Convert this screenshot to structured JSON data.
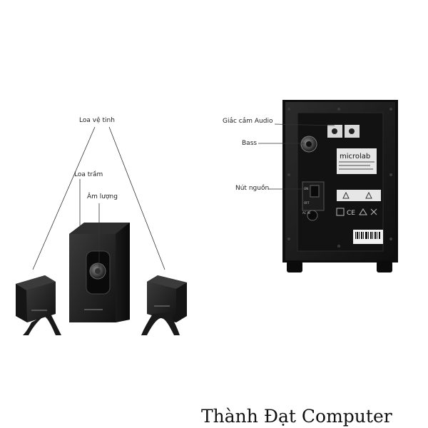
{
  "labels": {
    "satellite": "Loa vệ tinh",
    "subwoofer": "Loa trầm",
    "volume": "Âm lượng",
    "audio_jack": "Giắc cắm Audio",
    "bass": "Bass",
    "power_button": "Nút nguồn"
  },
  "product": {
    "brand_logo": "microlab",
    "rear_on": "ON",
    "rear_off": "OFF",
    "rear_ac": "AC IN"
  },
  "watermark": "Thành Đạt Computer"
}
